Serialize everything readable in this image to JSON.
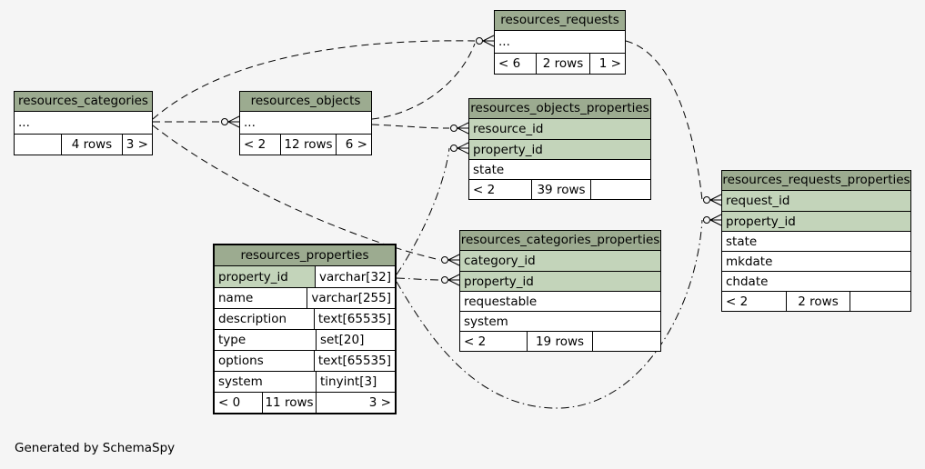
{
  "page": {
    "credit": "Generated by SchemaSpy"
  },
  "colors": {
    "background": "#f5f5f5",
    "header_bg": "#9cab90",
    "key_row_bg": "#c3d4ba",
    "border": "#000000"
  },
  "tables": {
    "requests": {
      "title": "resources_requests",
      "rows": [
        {
          "name": "...",
          "key": false
        }
      ],
      "footer": {
        "parents": "< 6",
        "count": "2 rows",
        "children": "1 >"
      }
    },
    "categories": {
      "title": "resources_categories",
      "rows": [
        {
          "name": "...",
          "key": false
        }
      ],
      "footer": {
        "parents": "",
        "count": "4 rows",
        "children": "3 >"
      }
    },
    "objects": {
      "title": "resources_objects",
      "rows": [
        {
          "name": "...",
          "key": false
        }
      ],
      "footer": {
        "parents": "< 2",
        "count": "12 rows",
        "children": "6 >"
      }
    },
    "objects_props": {
      "title": "resources_objects_properties",
      "rows": [
        {
          "name": "resource_id",
          "key": true
        },
        {
          "name": "property_id",
          "key": true
        },
        {
          "name": "state",
          "key": false
        }
      ],
      "footer": {
        "parents": "< 2",
        "count": "39 rows",
        "children": ""
      }
    },
    "requests_props": {
      "title": "resources_requests_properties",
      "rows": [
        {
          "name": "request_id",
          "key": true
        },
        {
          "name": "property_id",
          "key": true
        },
        {
          "name": "state",
          "key": false
        },
        {
          "name": "mkdate",
          "key": false
        },
        {
          "name": "chdate",
          "key": false
        }
      ],
      "footer": {
        "parents": "< 2",
        "count": "2 rows",
        "children": ""
      }
    },
    "properties": {
      "title": "resources_properties",
      "rows": [
        {
          "name": "property_id",
          "type": "varchar[32]",
          "key": true
        },
        {
          "name": "name",
          "type": "varchar[255]",
          "key": false
        },
        {
          "name": "description",
          "type": "text[65535]",
          "key": false
        },
        {
          "name": "type",
          "type": "set[20]",
          "key": false
        },
        {
          "name": "options",
          "type": "text[65535]",
          "key": false
        },
        {
          "name": "system",
          "type": "tinyint[3]",
          "key": false
        }
      ],
      "footer": {
        "parents": "< 0",
        "count": "11 rows",
        "children": "3 >"
      }
    },
    "categories_props": {
      "title": "resources_categories_properties",
      "rows": [
        {
          "name": "category_id",
          "key": true
        },
        {
          "name": "property_id",
          "key": true
        },
        {
          "name": "requestable",
          "key": false
        },
        {
          "name": "system",
          "key": false
        }
      ],
      "footer": {
        "parents": "< 2",
        "count": "19 rows",
        "children": ""
      }
    }
  }
}
